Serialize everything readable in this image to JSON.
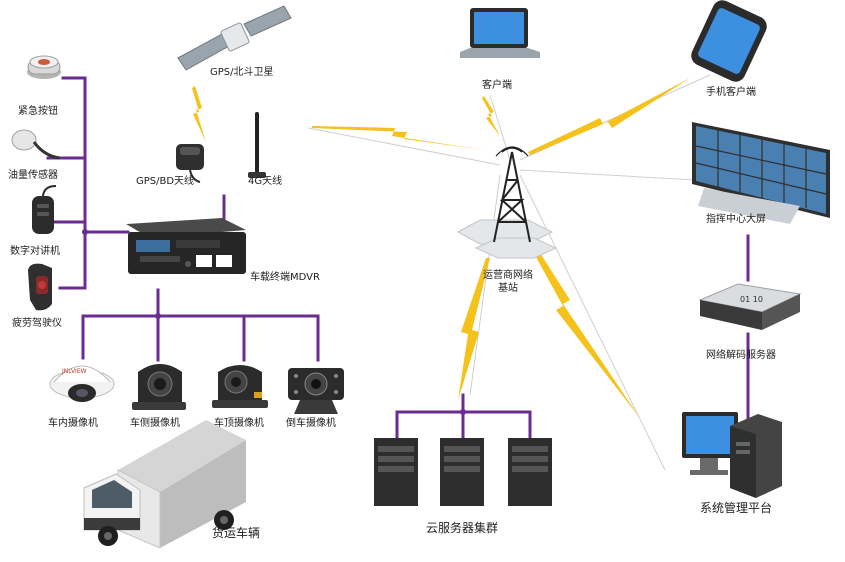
{
  "colors": {
    "bus": "#6a2c91",
    "signal": "#f5c21b",
    "thin_line": "#c8c8c8",
    "device_dark": "#2b2b2b",
    "screen_blue": "#3d8fe0"
  },
  "nodes": {
    "satellite": "GPS/北斗卫星",
    "gps_antenna": "GPS/BD天线",
    "antenna_4g": "4G天线",
    "emergency_button": "紧急按钮",
    "fuel_sensor": "油量传感器",
    "intercom": "数字对讲机",
    "fatigue_monitor": "疲劳驾驶仪",
    "mdvr": "车载终端MDVR",
    "cam_interior": "车内摄像机",
    "cam_side": "车侧摄像机",
    "cam_roof": "车顶摄像机",
    "cam_reverse": "倒车摄像机",
    "truck": "货运车辆",
    "laptop_client": "客户端",
    "phone_client": "手机客户端",
    "command_screen": "指挥中心大屏",
    "base_station_line1": "运营商网络",
    "base_station_line2": "基站",
    "decode_server": "网络解码服务器",
    "cloud_cluster": "云服务器集群",
    "mgmt_platform": "系统管理平台"
  },
  "device_text": {
    "cam_brand": "JNLVIEW",
    "decoder_code": "01 10"
  }
}
